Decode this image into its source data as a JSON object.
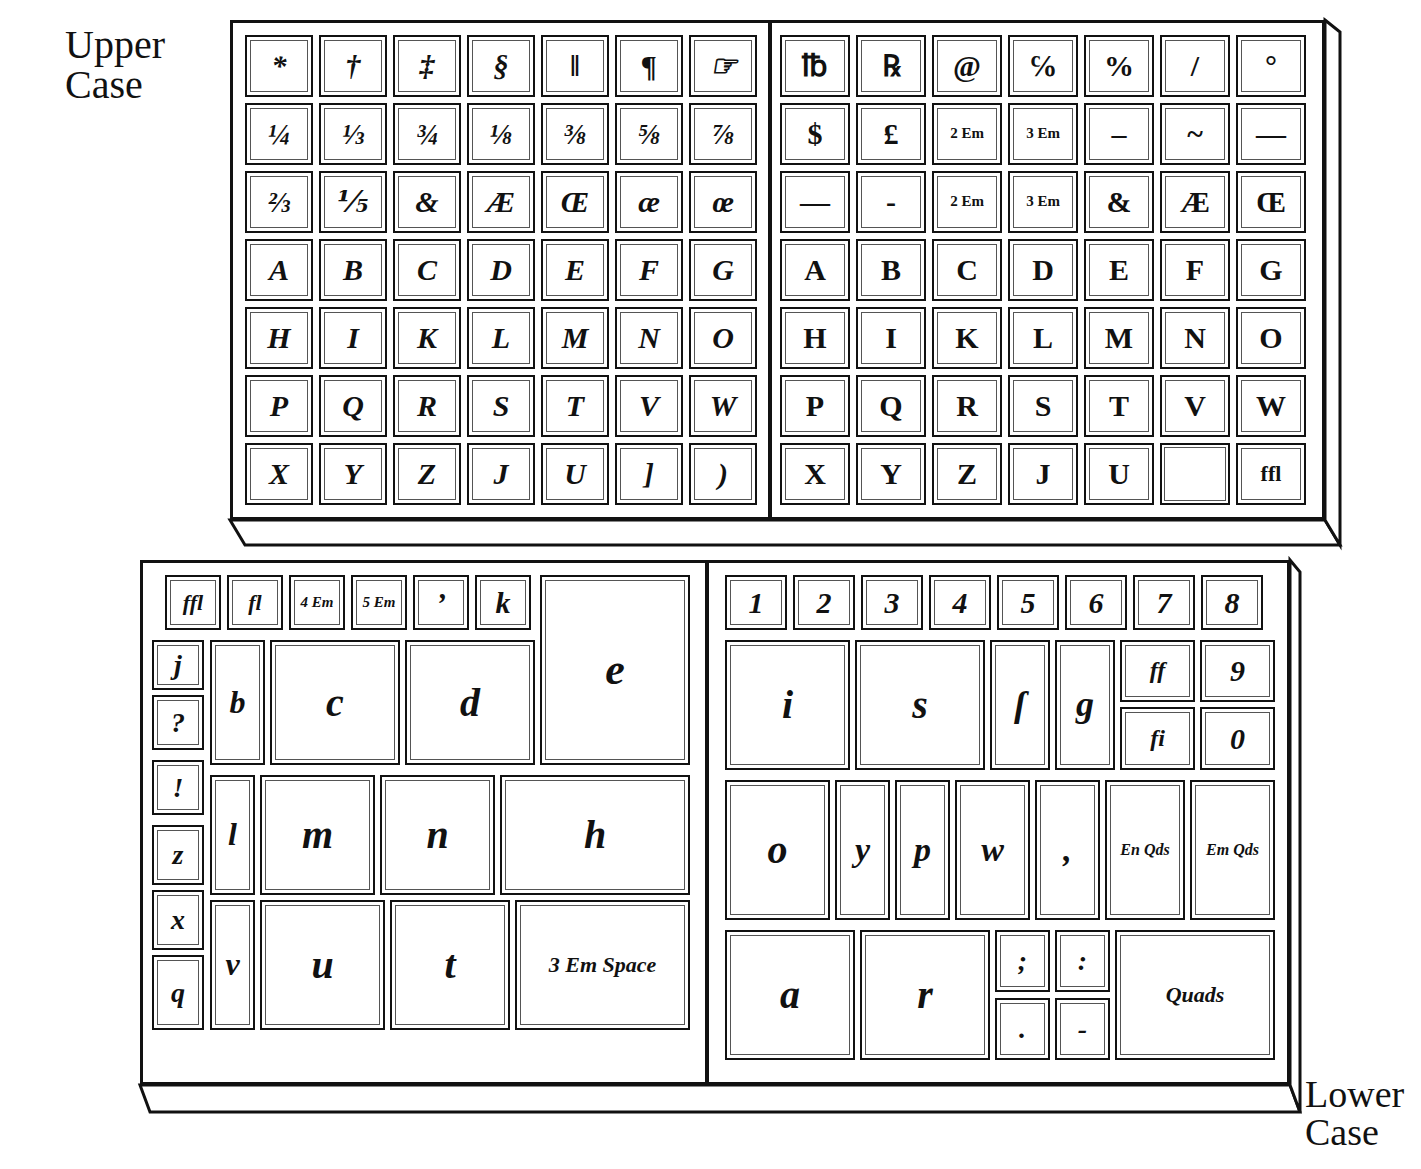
{
  "diagram": {
    "nodes": [
      {
        "text": [
          "Upper Case"
        ]
      },
      {
        "text": [
          "*"
        ],
        "in": 0
      },
      {
        "text": [
          "†"
        ],
        "in": 0
      },
      {
        "text": [
          "‡"
        ],
        "in": 0
      },
      {
        "text": [
          "§"
        ],
        "in": 0
      },
      {
        "text": [
          "‖"
        ],
        "in": 0
      },
      {
        "text": [
          "¶"
        ],
        "in": 0
      },
      {
        "text": [
          "☞"
        ],
        "in": 0
      },
      {
        "text": [
          "¼"
        ],
        "in": 0
      },
      {
        "text": [
          "⅓"
        ],
        "in": 0
      },
      {
        "text": [
          "¾"
        ],
        "in": 0
      },
      {
        "text": [
          "⅛"
        ],
        "in": 0
      },
      {
        "text": [
          "⅜"
        ],
        "in": 0
      },
      {
        "text": [
          "⅝"
        ],
        "in": 0
      },
      {
        "text": [
          "⅞"
        ],
        "in": 0
      },
      {
        "text": [
          "⅔"
        ],
        "in": 0
      },
      {
        "text": [
          "⅕"
        ],
        "in": 0
      },
      {
        "text": [
          "&"
        ],
        "in": 0
      },
      {
        "text": [
          "Æ"
        ],
        "in": 0
      },
      {
        "text": [
          "Œ"
        ],
        "in": 0
      },
      {
        "text": [
          "æ"
        ],
        "in": 0
      },
      {
        "text": [
          "œ"
        ],
        "in": 0
      },
      {
        "text": [
          "A"
        ],
        "in": 0
      },
      {
        "text": [
          "B"
        ],
        "in": 0
      },
      {
        "text": [
          "C"
        ],
        "in": 0
      },
      {
        "text": [
          "D"
        ],
        "in": 0
      },
      {
        "text": [
          "E"
        ],
        "in": 0
      },
      {
        "text": [
          "F"
        ],
        "in": 0
      },
      {
        "text": [
          "G"
        ],
        "in": 0
      },
      {
        "text": [
          "H"
        ],
        "in": 0
      },
      {
        "text": [
          "I"
        ],
        "in": 0
      },
      {
        "text": [
          "K"
        ],
        "in": 0
      },
      {
        "text": [
          "L"
        ],
        "in": 0
      },
      {
        "text": [
          "M"
        ],
        "in": 0
      },
      {
        "text": [
          "N"
        ],
        "in": 0
      },
      {
        "text": [
          "O"
        ],
        "in": 0
      },
      {
        "text": [
          "P"
        ],
        "in": 0
      },
      {
        "text": [
          "Q"
        ],
        "in": 0
      },
      {
        "text": [
          "R"
        ],
        "in": 0
      },
      {
        "text": [
          "S"
        ],
        "in": 0
      },
      {
        "text": [
          "T"
        ],
        "in": 0
      },
      {
        "text": [
          "V"
        ],
        "in": 0
      },
      {
        "text": [
          "W"
        ],
        "in": 0
      },
      {
        "text": [
          "X"
        ],
        "in": 0
      },
      {
        "text": [
          "Y"
        ],
        "in": 0
      },
      {
        "text": [
          "Z"
        ],
        "in": 0
      },
      {
        "text": [
          "J"
        ],
        "in": 0
      },
      {
        "text": [
          "U"
        ],
        "in": 0
      },
      {
        "text": [
          "]"
        ],
        "in": 0
      },
      {
        "text": [
          ")"
        ],
        "in": 0
      },
      {
        "text": [
          "℔"
        ],
        "in": 0
      },
      {
        "text": [
          "℞"
        ],
        "in": 0
      },
      {
        "text": [
          "@"
        ],
        "in": 0
      },
      {
        "text": [
          "℅"
        ],
        "in": 0
      },
      {
        "text": [
          "%"
        ],
        "in": 0
      },
      {
        "text": [
          "/"
        ],
        "in": 0
      },
      {
        "text": [
          "°"
        ],
        "in": 0
      },
      {
        "text": [
          "$"
        ],
        "in": 0
      },
      {
        "text": [
          "£"
        ],
        "in": 0
      },
      {
        "text": [
          "2 Em"
        ],
        "in": 0
      },
      {
        "text": [
          "3 Em"
        ],
        "in": 0
      },
      {
        "text": [
          "–"
        ],
        "in": 0
      },
      {
        "text": [
          "~"
        ],
        "in": 0
      },
      {
        "text": [
          "—"
        ],
        "in": 0
      },
      {
        "text": [
          "—"
        ],
        "in": 0
      },
      {
        "text": [
          "-"
        ],
        "in": 0
      },
      {
        "text": [
          "2 Em"
        ],
        "in": 0
      },
      {
        "text": [
          "3 Em"
        ],
        "in": 0
      },
      {
        "text": [
          "&"
        ],
        "in": 0
      },
      {
        "text": [
          "Æ"
        ],
        "in": 0
      },
      {
        "text": [
          "Œ"
        ],
        "in": 0
      },
      {
        "text": [
          "A"
        ],
        "in": 0
      },
      {
        "text": [
          "B"
        ],
        "in": 0
      },
      {
        "text": [
          "C"
        ],
        "in": 0
      },
      {
        "text": [
          "D"
        ],
        "in": 0
      },
      {
        "text": [
          "E"
        ],
        "in": 0
      },
      {
        "text": [
          "F"
        ],
        "in": 0
      },
      {
        "text": [
          "G"
        ],
        "in": 0
      },
      {
        "text": [
          "H"
        ],
        "in": 0
      },
      {
        "text": [
          "I"
        ],
        "in": 0
      },
      {
        "text": [
          "K"
        ],
        "in": 0
      },
      {
        "text": [
          "L"
        ],
        "in": 0
      },
      {
        "text": [
          "M"
        ],
        "in": 0
      },
      {
        "text": [
          "N"
        ],
        "in": 0
      },
      {
        "text": [
          "O"
        ],
        "in": 0
      },
      {
        "text": [
          "P"
        ],
        "in": 0
      },
      {
        "text": [
          "Q"
        ],
        "in": 0
      },
      {
        "text": [
          "R"
        ],
        "in": 0
      },
      {
        "text": [
          "S"
        ],
        "in": 0
      },
      {
        "text": [
          "T"
        ],
        "in": 0
      },
      {
        "text": [
          "V"
        ],
        "in": 0
      },
      {
        "text": [
          "W"
        ],
        "in": 0
      },
      {
        "text": [
          "X"
        ],
        "in": 0
      },
      {
        "text": [
          "Y"
        ],
        "in": 0
      },
      {
        "text": [
          "Z"
        ],
        "in": 0
      },
      {
        "text": [
          "J"
        ],
        "in": 0
      },
      {
        "text": [
          "U"
        ],
        "in": 0
      },
      {
        "text": [
          "ffl"
        ],
        "in": 0
      },
      {
        "text": [
          "Lower Case"
        ]
      },
      {
        "text": [
          "ffl"
        ],
        "in": 98
      },
      {
        "text": [
          "fl"
        ],
        "in": 98
      },
      {
        "text": [
          "4 Em"
        ],
        "in": 98
      },
      {
        "text": [
          "5 Em"
        ],
        "in": 98
      },
      {
        "text": [
          "’"
        ],
        "in": 98
      },
      {
        "text": [
          "k"
        ],
        "in": 98
      },
      {
        "text": [
          "e"
        ],
        "in": 98
      },
      {
        "text": [
          "j"
        ],
        "in": 98
      },
      {
        "text": [
          "?"
        ],
        "in": 98
      },
      {
        "text": [
          "!"
        ],
        "in": 98
      },
      {
        "text": [
          "z"
        ],
        "in": 98
      },
      {
        "text": [
          "x"
        ],
        "in": 98
      },
      {
        "text": [
          "q"
        ],
        "in": 98
      },
      {
        "text": [
          "b"
        ],
        "in": 98
      },
      {
        "text": [
          "c"
        ],
        "in": 98
      },
      {
        "text": [
          "d"
        ],
        "in": 98
      },
      {
        "text": [
          "l"
        ],
        "in": 98
      },
      {
        "text": [
          "m"
        ],
        "in": 98
      },
      {
        "text": [
          "n"
        ],
        "in": 98
      },
      {
        "text": [
          "h"
        ],
        "in": 98
      },
      {
        "text": [
          "v"
        ],
        "in": 98
      },
      {
        "text": [
          "u"
        ],
        "in": 98
      },
      {
        "text": [
          "t"
        ],
        "in": 98
      },
      {
        "text": [
          "3 Em Space"
        ],
        "in": 98
      },
      {
        "text": [
          "1"
        ],
        "in": 98
      },
      {
        "text": [
          "2"
        ],
        "in": 98
      },
      {
        "text": [
          "3"
        ],
        "in": 98
      },
      {
        "text": [
          "4"
        ],
        "in": 98
      },
      {
        "text": [
          "5"
        ],
        "in": 98
      },
      {
        "text": [
          "6"
        ],
        "in": 98
      },
      {
        "text": [
          "7"
        ],
        "in": 98
      },
      {
        "text": [
          "8"
        ],
        "in": 98
      },
      {
        "text": [
          "i"
        ],
        "in": 98
      },
      {
        "text": [
          "s"
        ],
        "in": 98
      },
      {
        "text": [
          "ſ"
        ],
        "in": 98
      },
      {
        "text": [
          "g"
        ],
        "in": 98
      },
      {
        "text": [
          "ff"
        ],
        "in": 98
      },
      {
        "text": [
          "9"
        ],
        "in": 98
      },
      {
        "text": [
          "fi"
        ],
        "in": 98
      },
      {
        "text": [
          "0"
        ],
        "in": 98
      },
      {
        "text": [
          "o"
        ],
        "in": 98
      },
      {
        "text": [
          "y"
        ],
        "in": 98
      },
      {
        "text": [
          "p"
        ],
        "in": 98
      },
      {
        "text": [
          "w"
        ],
        "in": 98
      },
      {
        "text": [
          ","
        ],
        "in": 98
      },
      {
        "text": [
          "En Qds"
        ],
        "in": 98
      },
      {
        "text": [
          "Em Qds"
        ],
        "in": 98
      },
      {
        "text": [
          "a"
        ],
        "in": 98
      },
      {
        "text": [
          "r"
        ],
        "in": 98
      },
      {
        "text": [
          ";"
        ],
        "in": 98
      },
      {
        "text": [
          ":"
        ],
        "in": 98
      },
      {
        "text": [
          "."
        ],
        "in": 98
      },
      {
        "text": [
          "-"
        ],
        "in": 98
      },
      {
        "text": [
          "Quads"
        ],
        "in": 98
      }
    ]
  }
}
